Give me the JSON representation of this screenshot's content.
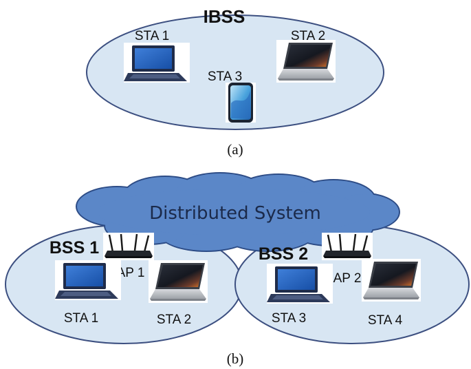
{
  "panel_a": {
    "title": "IBSS",
    "stations": [
      {
        "label": "STA 1",
        "device": "laptop-blue-icon"
      },
      {
        "label": "STA 2",
        "device": "laptop-silver-icon"
      },
      {
        "label": "STA 3",
        "device": "smartphone-icon"
      }
    ],
    "caption": "(a)"
  },
  "panel_b": {
    "distribution_system": "Distributed System",
    "bss": [
      {
        "title": "BSS 1",
        "ap": "AP 1",
        "stations": [
          "STA 1",
          "STA 2"
        ]
      },
      {
        "title": "BSS 2",
        "ap": "AP 2",
        "stations": [
          "STA 3",
          "STA 4"
        ]
      }
    ],
    "caption": "(b)"
  },
  "colors": {
    "ellipse_fill": "#d8e6f3",
    "ellipse_stroke": "#3c4f80",
    "cloud_fill": "#5b87c8",
    "cloud_stroke": "#2d4c86"
  }
}
